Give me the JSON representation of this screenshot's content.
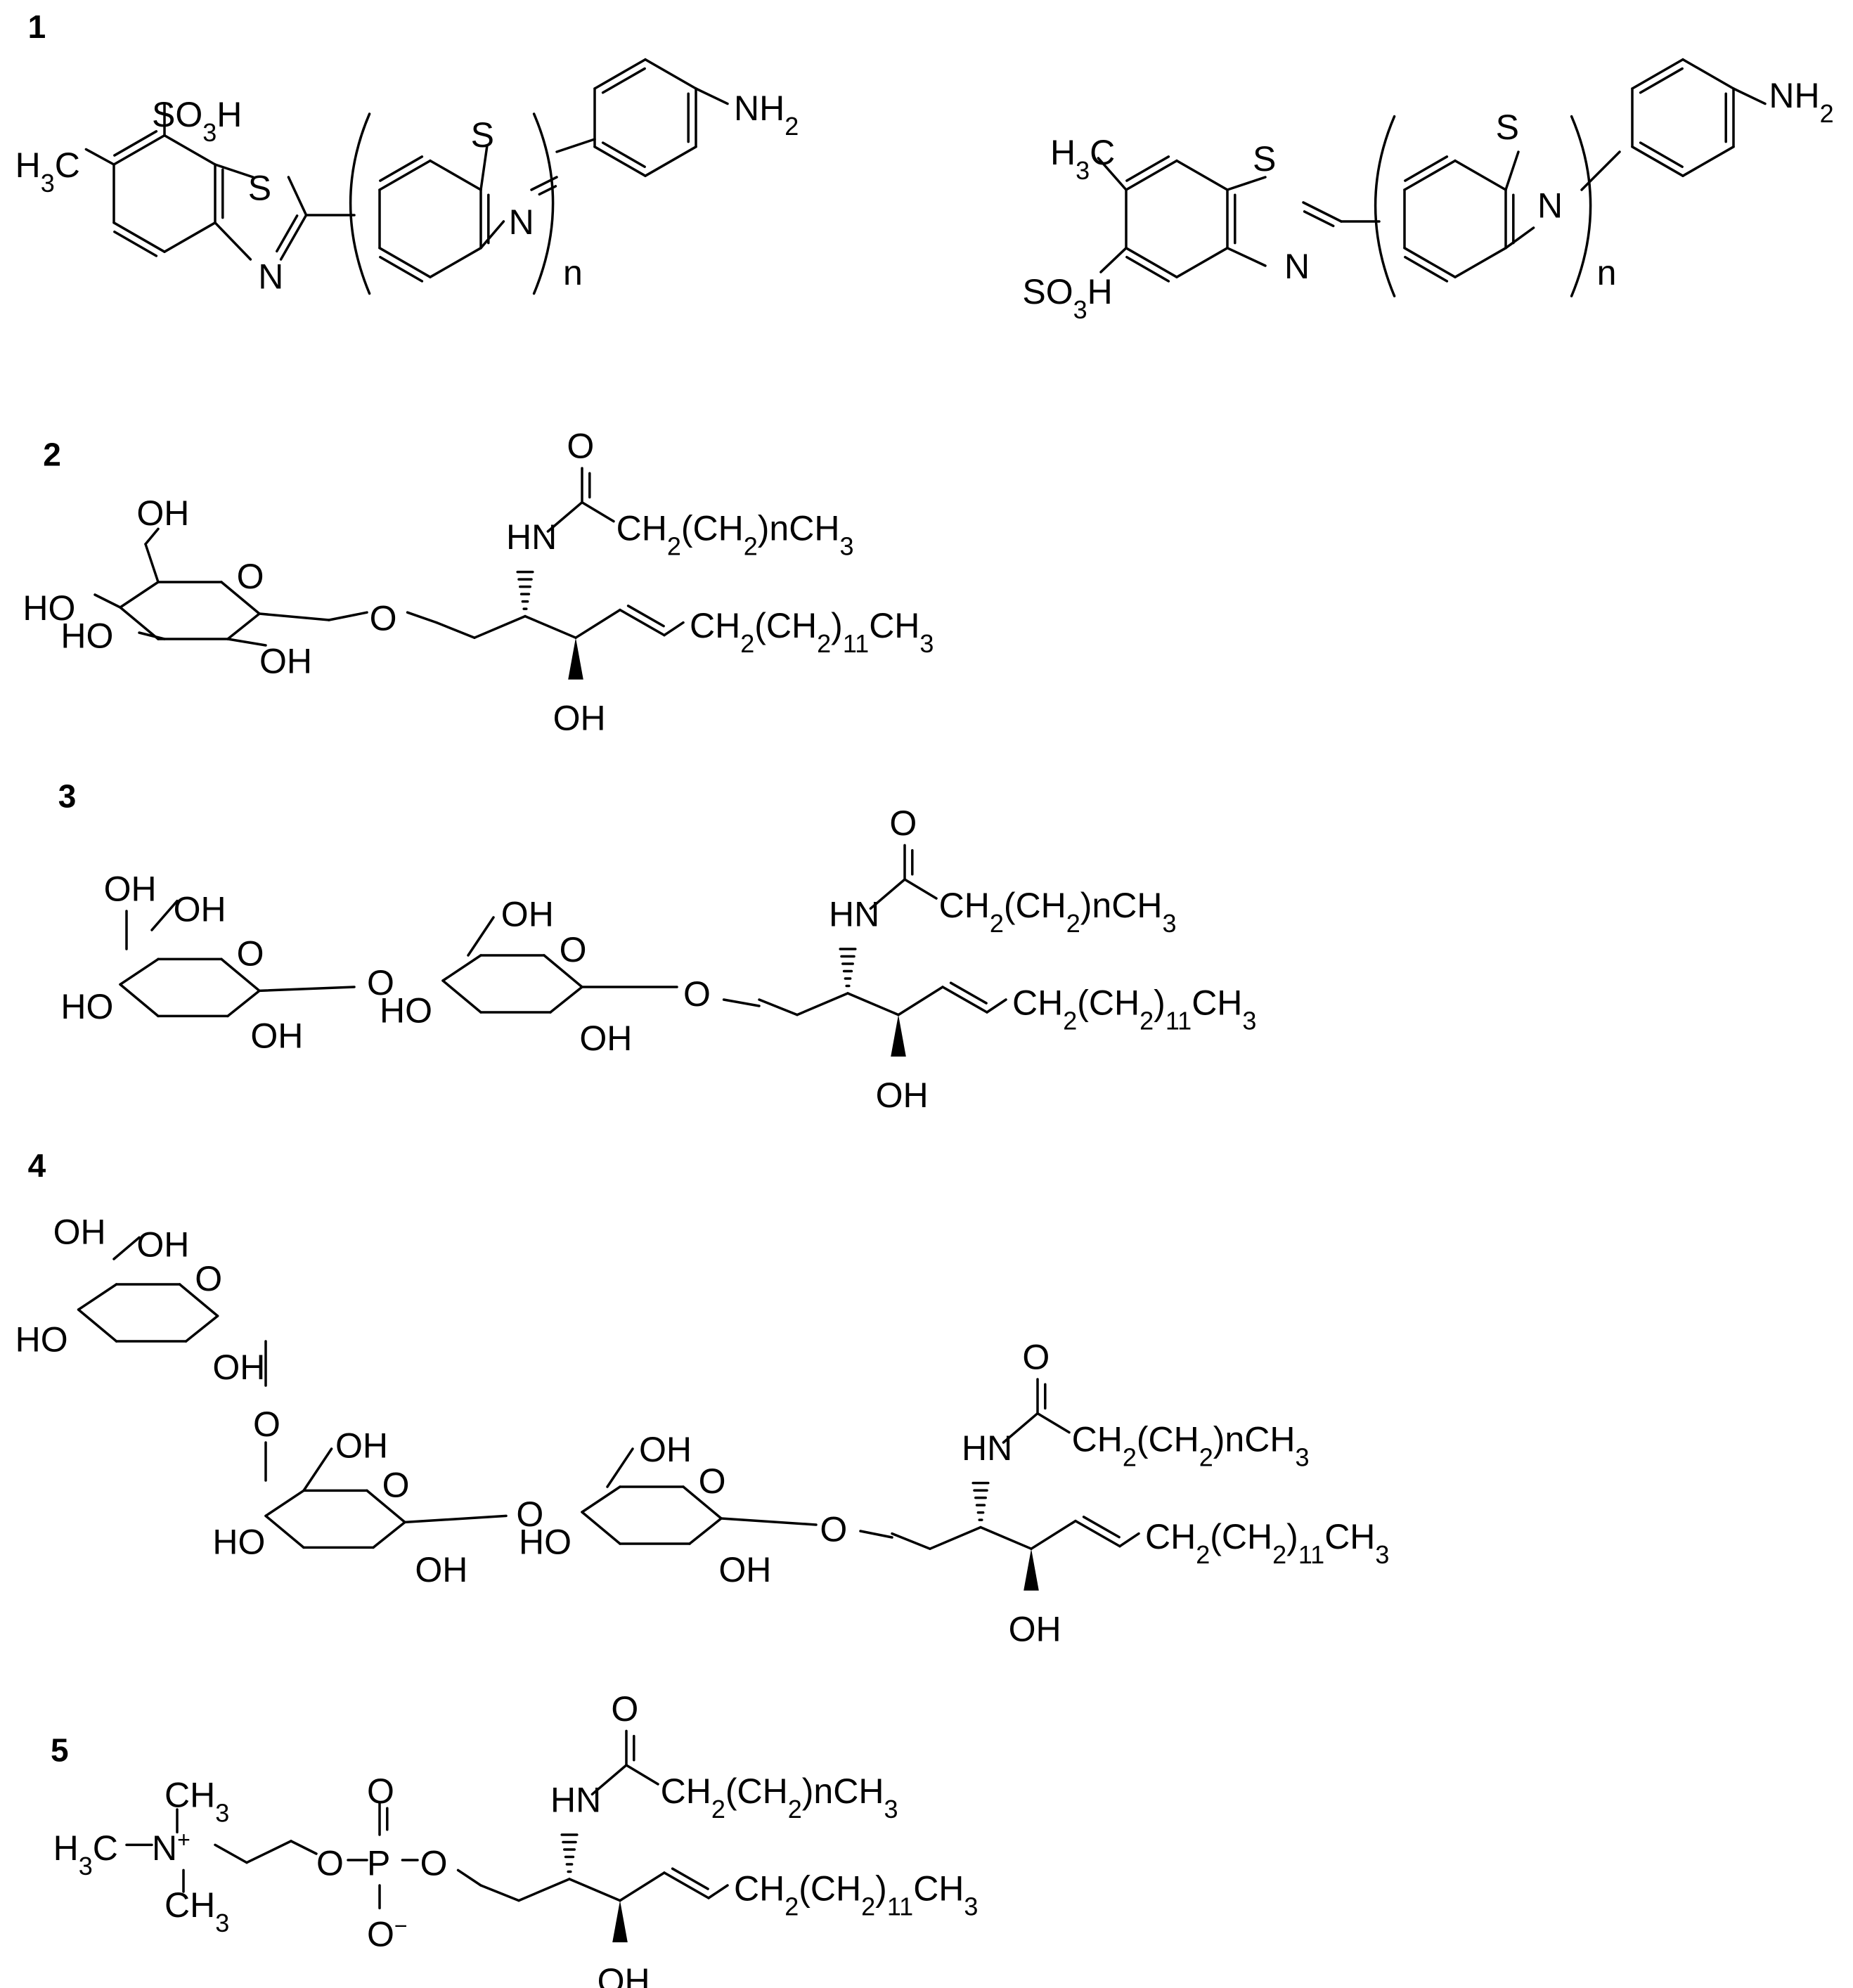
{
  "compound_numbers": [
    "1",
    "2",
    "3",
    "4",
    "5"
  ],
  "labels": {
    "so3h": "SO3H",
    "h3c": "H3C",
    "s": "S",
    "n": "N",
    "nh2": "NH2",
    "repeat_n": "n",
    "oh": "OH",
    "ho": "HO",
    "o": "O",
    "hn": "HN",
    "acyl_chain": "CH2(CH2)nCH3",
    "sphingoid_chain": "CH2(CH2)11CH3",
    "ch3": "CH3",
    "n_plus": "N+",
    "p": "P",
    "o_minus": "O−"
  }
}
